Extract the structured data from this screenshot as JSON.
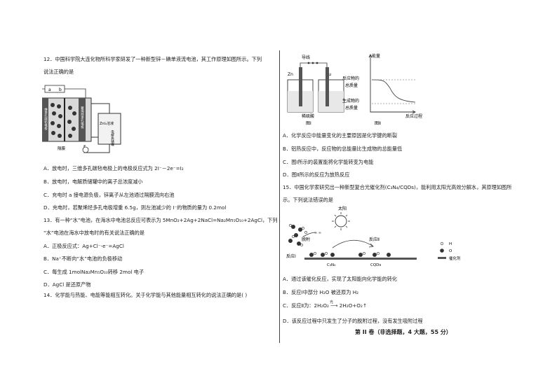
{
  "left": {
    "q12": {
      "stem_line1": "12．中国科学院大连化物所科学家研发了一种新型锌－碘单液流电池，其工作原理如图所示。下列",
      "stem_line2": "说法正确的是",
      "figure_labels": {
        "left_electrode": "维多孔碳毡电极",
        "right_electrode": "聚烯烃多孔电极",
        "membrane": "隔膜",
        "tank": "电解质储罐",
        "tank_species": "ZnI₂溶液",
        "switch_a": "a",
        "switch_b": "b"
      },
      "options": [
        "A．放电时，三维多孔碳毡电极上的电极反应式为 2I⁻－2e⁻=I₂",
        "B．放电时，电解质储罐中的离子总浓度减小",
        "C．充电时 a 接电源负极，锌离子从左池通过隔膜流向右池",
        "D．充电时，若聚烯烃多孔电极增重 6.5g，则左池减少的 I⁻的物质的量为 0.2mol"
      ]
    },
    "q13": {
      "stem_line1": "13．有一种“水”电池，在海水中电池总反应可表示为 5MnO₂+2Ag+2NaCl=Na₂Mn₅O₁₀+2AgCl，下列",
      "stem_line2": "“水”电池在海水中放电时的有关说法正确的是",
      "options": [
        "A．正极反应式：Ag+Cl⁻-e⁻=AgCl",
        "B．Na⁺不断向“水”电池的负极移动",
        "C．每生成 1molNa₂Mn₅O₁₀转移 2mol 电子",
        "D．AgCl 是还原产物"
      ]
    },
    "q14": {
      "stem": "14．化学能与热能、电能等能相互转化。关于化学能与其他能量相互转化的说法正确的是(      )"
    }
  },
  "right": {
    "fig_top": {
      "wire": "导线",
      "zn": "Zn",
      "cu": "Cu",
      "acid": "稀硫酸",
      "fig1": "图Ⅰ",
      "energy": "能量",
      "reactant_total_1": "反应物的",
      "reactant_total_2": "总质量",
      "product_total_1": "生成物的",
      "product_total_2": "总质量",
      "process": "反应过程",
      "fig2": "图Ⅱ"
    },
    "q14_options": [
      "A．化学反应中能量变化的主要原因是化学键的断裂",
      "B．铝热反应中，反应物的总能量比生成物的总能量低",
      "C．图Ⅰ所示的装置能将化学能转变为电能",
      "D．图Ⅱ所示的反应为放热反应"
    ],
    "q15": {
      "stem_line1": "15．中国化学家研究出一种新型复合光催化剂(C₃N₄/CQDs)，能利用太阳光高效分解水，其原理如图所",
      "stem_line2": "示。下列说法错误的是",
      "figure_labels": {
        "sun": "太阳",
        "desorb": "脱附",
        "react1": "反应Ⅰ",
        "react2": "反应Ⅱ",
        "c3n4": "C₃N₄",
        "cqds": "CQDs",
        "legend_h": "H",
        "legend_o": "O",
        "legend_cat": "催化剂"
      },
      "options": [
        "A．通过该催化反应，实现了太阳能向化学能的转化",
        "B．反应Ⅰ中部分 H₂O 被还原为 H₂",
        "C．反应Ⅱ为：2H₂O₂ ⟶ 2H₂O+O₂↑",
        "D．该反应过程中只发生了分子的脱附过程，没有发生吸附过程"
      ],
      "arrow_cond": "光"
    },
    "section_title": "第 II 卷（非选择题，4 大题，55 分）"
  }
}
